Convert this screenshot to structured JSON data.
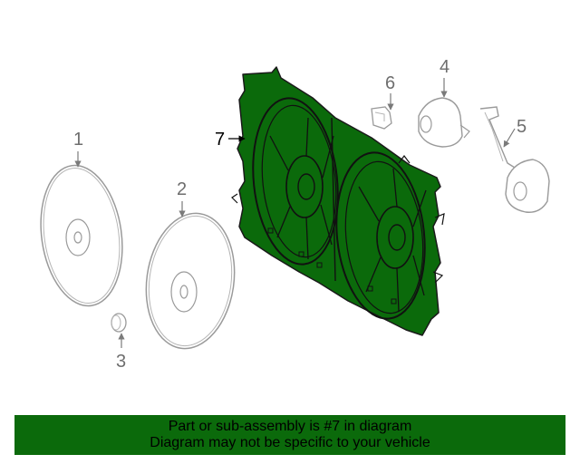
{
  "callouts": [
    {
      "id": "1",
      "label": "1",
      "part": "fan-blade"
    },
    {
      "id": "2",
      "label": "2",
      "part": "fan-blade"
    },
    {
      "id": "3",
      "label": "3",
      "part": "nut"
    },
    {
      "id": "4",
      "label": "4",
      "part": "fan-motor"
    },
    {
      "id": "5",
      "label": "5",
      "part": "fan-motor-with-bracket"
    },
    {
      "id": "6",
      "label": "6",
      "part": "retainer-clip"
    },
    {
      "id": "7",
      "label": "7",
      "part": "fan-shroud-assembly",
      "highlighted": true
    }
  ],
  "banner": {
    "line1": "Part or sub-assembly is #7 in diagram",
    "line2": "Diagram may not be specific to your vehicle"
  },
  "colors": {
    "highlight": "#0b6a0b",
    "outline": "#1a1a1a",
    "faded_line": "#9a9a9a",
    "banner_bg": "#0b6a0b"
  }
}
